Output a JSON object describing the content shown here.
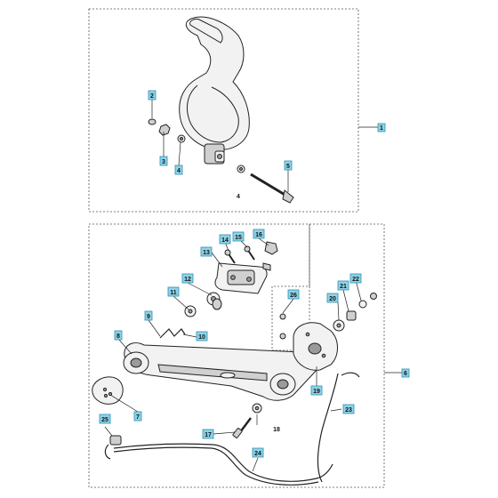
{
  "callouts": {
    "c1": "1",
    "c2": "2",
    "c3": "3",
    "c4a": "4",
    "c5": "5",
    "c6": "6",
    "c7": "7",
    "c8": "8",
    "c9": "9",
    "c10": "10",
    "c11": "11",
    "c12": "12",
    "c13": "13",
    "c14": "14",
    "c15": "15",
    "c16": "16",
    "c17": "17",
    "c19": "19",
    "c20": "20",
    "c21": "21",
    "c22": "22",
    "c23": "23",
    "c24": "24",
    "c25": "25",
    "c26": "26"
  },
  "plain_labels": {
    "l4": "4",
    "l18": "18"
  },
  "colors": {
    "callout_fill": "#8fd3e8",
    "callout_stroke": "#2b8fb0"
  }
}
